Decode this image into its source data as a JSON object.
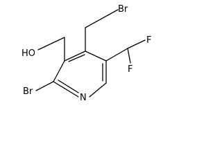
{
  "molecule": {
    "labels": {
      "br_top": "Br",
      "f_right": "F",
      "f_bottom": "F",
      "oh": "HO",
      "n_ring": "N",
      "br_bottom": "Br"
    }
  },
  "colors": {
    "background": "#ffffff",
    "bond": "#000000",
    "text": "#000000"
  }
}
